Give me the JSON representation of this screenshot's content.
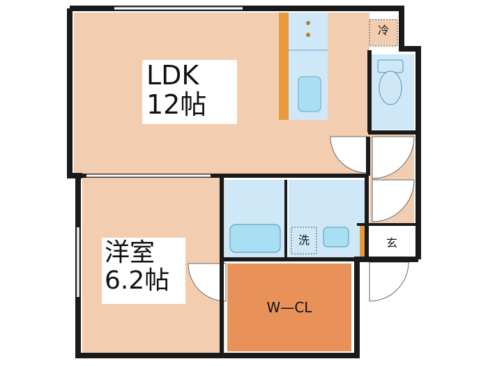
{
  "rooms": {
    "ldk": {
      "name": "LDK",
      "size": "12帖"
    },
    "western": {
      "name": "洋室",
      "size": "6.2帖"
    },
    "walk_in_closet": {
      "name": "W—CL"
    }
  },
  "tags": {
    "fridge": "冷",
    "washer": "洗",
    "entrance": "玄"
  },
  "colors": {
    "room_floor": "#f2cdb0",
    "wet_area": "#cfe8f8",
    "closet": "#e8925a",
    "counter": "#e89a3c",
    "wall": "#1a1a1a"
  }
}
